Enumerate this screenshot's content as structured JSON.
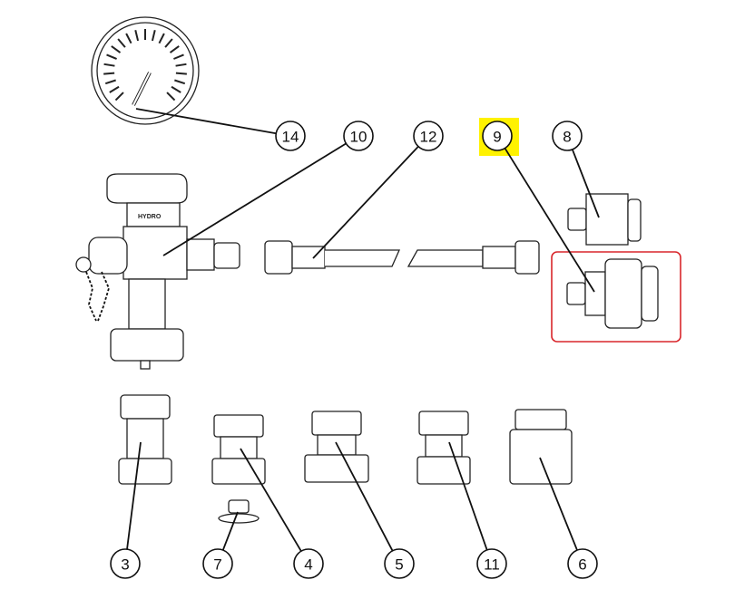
{
  "diagram": {
    "valve_label": "HYDRO",
    "highlight_color": "#fff200",
    "selection_color": "#d9262b",
    "callouts": [
      {
        "id": "14",
        "label": "14"
      },
      {
        "id": "10",
        "label": "10"
      },
      {
        "id": "12",
        "label": "12"
      },
      {
        "id": "9",
        "label": "9",
        "highlighted": true
      },
      {
        "id": "8",
        "label": "8"
      },
      {
        "id": "3",
        "label": "3"
      },
      {
        "id": "7",
        "label": "7"
      },
      {
        "id": "4",
        "label": "4"
      },
      {
        "id": "5",
        "label": "5"
      },
      {
        "id": "11",
        "label": "11"
      },
      {
        "id": "6",
        "label": "6"
      }
    ]
  }
}
